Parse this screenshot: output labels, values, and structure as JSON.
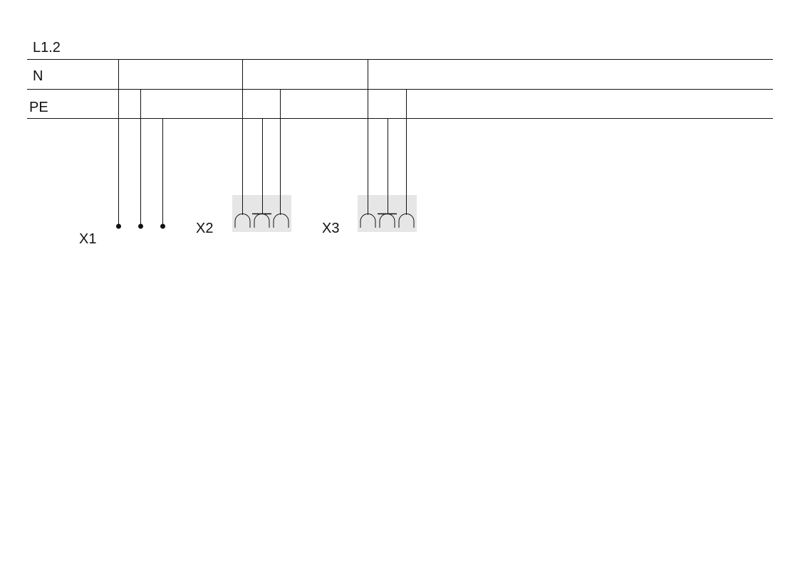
{
  "buses": [
    {
      "id": "l1",
      "label": "L1.2"
    },
    {
      "id": "n",
      "label": "N"
    },
    {
      "id": "pe",
      "label": "PE"
    }
  ],
  "components": [
    {
      "id": "x1",
      "label": "X1",
      "kind": "terminal-block"
    },
    {
      "id": "x2",
      "label": "X2",
      "kind": "socket-outlet"
    },
    {
      "id": "x3",
      "label": "X3",
      "kind": "socket-outlet"
    }
  ],
  "colors": {
    "line": "#111111",
    "socket_background": "#e6e6e6"
  }
}
